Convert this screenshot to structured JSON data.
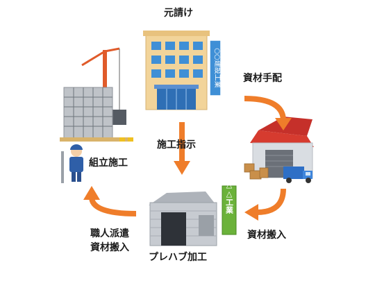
{
  "labels": {
    "contractor": "元請け",
    "materials_order": "資材手配",
    "construction_instruction": "施工指示",
    "assembly_construction": "組立施工",
    "materials_delivery": "資材搬入",
    "dispatch_line1": "職人派遣",
    "dispatch_line2": "資材搬入",
    "prefab_processing": "プレハブ加工"
  },
  "building_sign": "○○建設工業",
  "factory_sign": "△△工業",
  "colors": {
    "arrow": "#ef7d2a",
    "building_wall": "#f2d49a",
    "building_window": "#3f8fd6",
    "warehouse_roof": "#d63b2f",
    "factory_sign": "#6bb23a",
    "truck": "#2e6fc6",
    "crane": "#e05b2a"
  }
}
